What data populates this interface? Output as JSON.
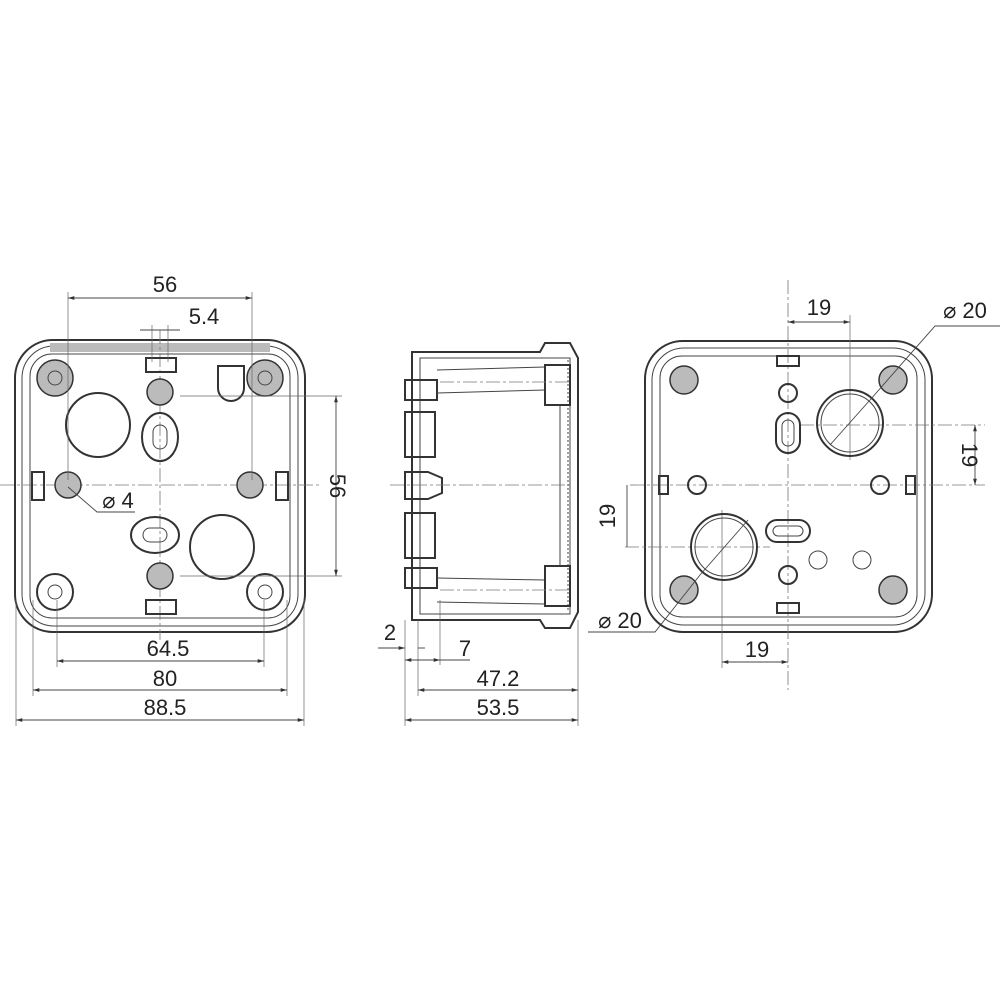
{
  "front_view": {
    "dims": {
      "top_width": "56",
      "slot_width": "5.4",
      "side_height": "56",
      "hole_dia": "⌀ 4",
      "mount_spacing": "64.5",
      "inner_width": "80",
      "outer_width": "88.5"
    }
  },
  "side_view": {
    "dims": {
      "flange": "2",
      "offset": "7",
      "body_depth": "47.2",
      "total_depth": "53.5"
    }
  },
  "back_view": {
    "dims": {
      "top_offset": "19",
      "top_knockout_dia": "⌀ 20",
      "right_offset": "19",
      "left_offset": "19",
      "bottom_offset": "19",
      "bottom_knockout_dia": "⌀ 20"
    }
  },
  "colors": {
    "line": "#333333",
    "centerline": "#777777",
    "background": "#ffffff"
  }
}
